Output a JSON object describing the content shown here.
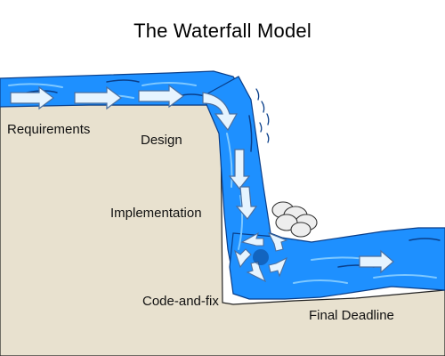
{
  "title": "The Waterfall Model",
  "stages": {
    "requirements": "Requirements",
    "design": "Design",
    "implementation": "Implementation",
    "code_and_fix": "Code-and-fix",
    "final_deadline": "Final Deadline"
  },
  "colors": {
    "water": "#1e90ff",
    "water_highlight": "#7ec8ff",
    "ground": "#e8e1cf",
    "arrow_fill": "#e6f4ff",
    "foam": "#eeeeee"
  }
}
